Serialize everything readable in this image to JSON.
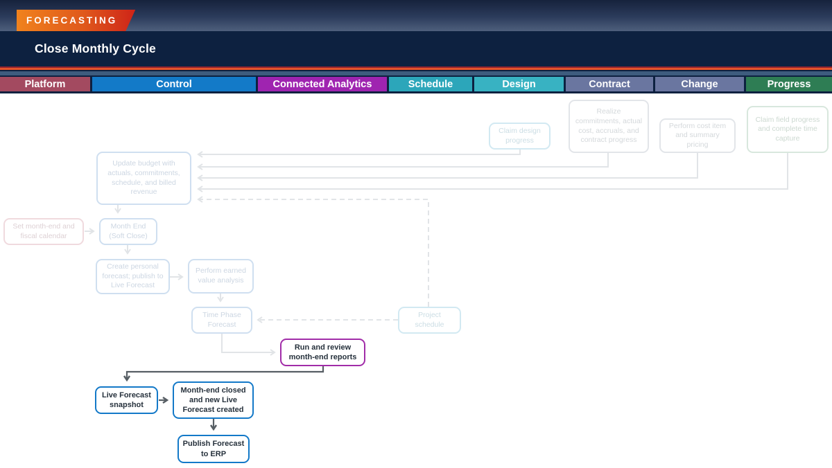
{
  "header": {
    "badge": "FORECASTING",
    "title": "Close Monthly Cycle",
    "badge_gradient_start": "#f0821d",
    "badge_gradient_end": "#ce2418",
    "accent_line_orange": "#e4532a",
    "accent_line_red": "#8f2330"
  },
  "tabs": [
    {
      "label": "Platform",
      "color": "#a34a60"
    },
    {
      "label": "Control",
      "color": "#137ac8"
    },
    {
      "label": "Connected Analytics",
      "color": "#9f24b0"
    },
    {
      "label": "Schedule",
      "color": "#2ca6ba"
    },
    {
      "label": "Design",
      "color": "#38b2c2"
    },
    {
      "label": "Contract",
      "color": "#6a76a0"
    },
    {
      "label": "Change",
      "color": "#6a76a0"
    },
    {
      "label": "Progress",
      "color": "#2e7d54"
    }
  ],
  "flowchart": {
    "accent_blue": "#1379c8",
    "accent_purple": "#a12ca8",
    "arrow_dark": "#575e64",
    "arrow_faded": "#e1e4e7",
    "nodes": [
      {
        "id": "claim-design-progress",
        "state": "faded",
        "label": "Claim design progress",
        "border": "#d2e9f2",
        "text": "#cbdde4"
      },
      {
        "id": "realize-commitments",
        "state": "faded",
        "label": "Realize commitments, actual cost, accruals, and contract progress",
        "border": "#e2e5e9",
        "text": "#d4d8db"
      },
      {
        "id": "perform-cost-item",
        "state": "faded",
        "label": "Perform cost item and summary pricing",
        "border": "#e2e5e9",
        "text": "#d4d8db"
      },
      {
        "id": "claim-field-progress",
        "state": "faded",
        "label": "Claim field progress and complete time capture",
        "border": "#d8e7dd",
        "text": "#cdd9d1"
      },
      {
        "id": "update-budget",
        "state": "faded",
        "label": "Update budget with actuals, commitments, schedule, and billed revenue",
        "border": "#cfdff0",
        "text": "#ccd6e2"
      },
      {
        "id": "set-month-end",
        "state": "faded",
        "label": "Set month-end and fiscal calendar",
        "border": "#f0dade",
        "text": "#ddd0d4"
      },
      {
        "id": "month-end-soft-close",
        "state": "faded",
        "label": "Month End (Soft Close)",
        "border": "#cfdff0",
        "text": "#ccd6e2"
      },
      {
        "id": "create-personal-forecast",
        "state": "faded",
        "label": "Create personal forecast; publish to Live Forecast",
        "border": "#cfdff0",
        "text": "#ccd6e2"
      },
      {
        "id": "perform-earned-value",
        "state": "faded",
        "label": "Perform earned value analysis",
        "border": "#cfdff0",
        "text": "#ccd6e2"
      },
      {
        "id": "time-phase-forecast",
        "state": "faded",
        "label": "Time Phase Forecast",
        "border": "#cfdff0",
        "text": "#ccd6e2"
      },
      {
        "id": "project-schedule",
        "state": "faded",
        "label": "Project schedule",
        "border": "#d2e9f2",
        "text": "#cbdde4"
      },
      {
        "id": "run-review-reports",
        "state": "active",
        "label": "Run and review month-end reports",
        "border": "#a12ca8",
        "text": "#26313c"
      },
      {
        "id": "live-forecast-snapshot",
        "state": "active",
        "label": "Live Forecast snapshot",
        "border": "#1379c8",
        "text": "#26313c"
      },
      {
        "id": "month-end-closed",
        "state": "active",
        "label": "Month-end closed and new Live Forecast created",
        "border": "#1379c8",
        "text": "#26313c"
      },
      {
        "id": "publish-forecast-erp",
        "state": "active",
        "label": "Publish Forecast to ERP",
        "border": "#1379c8",
        "text": "#26313c"
      }
    ]
  }
}
